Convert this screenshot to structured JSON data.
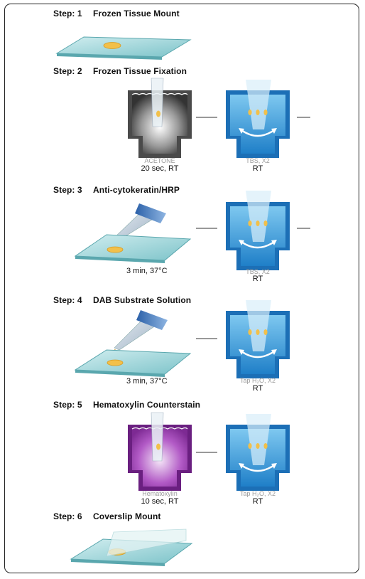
{
  "steps": [
    {
      "label": "Step: 1",
      "title": "Frozen Tissue Mount"
    },
    {
      "label": "Step: 2",
      "title": "Frozen Tissue Fixation"
    },
    {
      "label": "Step: 3",
      "title": "Anti-cytokeratin/HRP"
    },
    {
      "label": "Step: 4",
      "title": "DAB Substrate Solution"
    },
    {
      "label": "Step: 5",
      "title": "Hematoxylin Counterstain"
    },
    {
      "label": "Step: 6",
      "title": "Coverslip Mount"
    }
  ],
  "step2": {
    "left_reagent": "ACETONE",
    "left_cond": "20 sec, RT",
    "right_reagent": "TBS, X2",
    "right_cond": "RT"
  },
  "step3": {
    "cond": "3 min, 37°C",
    "right_reagent": "TBS, X2",
    "right_cond": "RT"
  },
  "step4": {
    "cond": "3 min, 37°C",
    "right_reagent": "Tap H₂O, X2",
    "right_cond": "RT"
  },
  "step5": {
    "left_reagent": "Hematoxylin",
    "left_cond": "10 sec, RT",
    "right_reagent": "Tap H₂O, X2",
    "right_cond": "RT"
  },
  "colors": {
    "slide": "#9fd4d8",
    "bath_blue": "#2e8fd0",
    "acetone_gray": "#7a7a7a",
    "hematoxylin_purple": "#9b3fb0",
    "tissue": "#f2c04a"
  }
}
